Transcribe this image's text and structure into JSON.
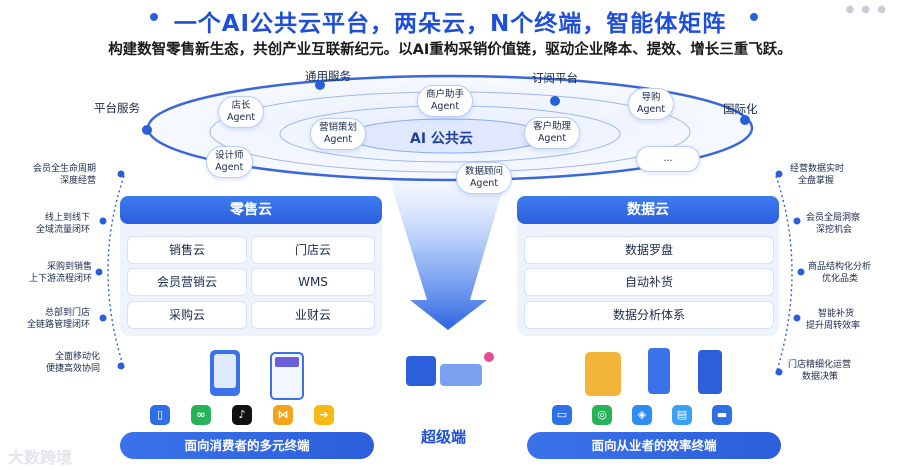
{
  "title": "一个AI公共云平台，两朵云，N个终端，智能体矩阵",
  "subtitle": "构建数智零售新生态，共创产业互联新纪元。以AI重构采销价值链，驱动企业降本、提效、增长三重飞跃。",
  "ring": {
    "core": "AI 公共云",
    "outer_labels": [
      "平台服务",
      "通用服务",
      "订阅平台",
      "国际化"
    ],
    "agents": [
      {
        "l1": "店长",
        "l2": "Agent"
      },
      {
        "l1": "商户助手",
        "l2": "Agent"
      },
      {
        "l1": "导购",
        "l2": "Agent"
      },
      {
        "l1": "营销策划",
        "l2": "Agent"
      },
      {
        "l1": "客户助理",
        "l2": "Agent"
      },
      {
        "l1": "设计师",
        "l2": "Agent"
      },
      {
        "l1": "数据顾问",
        "l2": "Agent"
      },
      {
        "l1": "...",
        "l2": ""
      }
    ]
  },
  "retail_cloud": {
    "title": "零售云",
    "items": [
      "销售云",
      "门店云",
      "会员营销云",
      "WMS",
      "采购云",
      "业财云"
    ]
  },
  "data_cloud": {
    "title": "数据云",
    "items": [
      "数据罗盘",
      "自动补货",
      "数据分析体系"
    ]
  },
  "left_points": [
    {
      "l1": "会员全生命周期",
      "l2": "深度经营"
    },
    {
      "l1": "线上到线下",
      "l2": "全域流量闭环"
    },
    {
      "l1": "采购到销售",
      "l2": "上下游流程闭环"
    },
    {
      "l1": "总部到门店",
      "l2": "全链路管理闭环"
    },
    {
      "l1": "全面移动化",
      "l2": "便捷高效协同"
    }
  ],
  "right_points": [
    {
      "l1": "经营数据实时",
      "l2": "全盘掌握"
    },
    {
      "l1": "会员全局洞察",
      "l2": "深挖机会"
    },
    {
      "l1": "商品结构化分析",
      "l2": "优化品类"
    },
    {
      "l1": "智能补货",
      "l2": "提升周转效率"
    },
    {
      "l1": "门店精细化运营",
      "l2": "数据决策"
    }
  ],
  "consumer_terminal": "面向消费者的多元终端",
  "super_terminal": "超级端",
  "staff_terminal": "面向从业者的效率终端",
  "watermark": "大数跨境",
  "consumer_apps": [
    {
      "icon": "phone-app-icon",
      "color": "#2f6fe6"
    },
    {
      "icon": "wechat-miniprogram-icon",
      "color": "#27b35a"
    },
    {
      "icon": "douyin-icon",
      "color": "#111111"
    },
    {
      "icon": "butterfly-app-icon",
      "color": "#f3a41c"
    },
    {
      "icon": "meituan-icon",
      "color": "#f5b90f"
    }
  ],
  "staff_apps": [
    {
      "icon": "pos-app-icon",
      "color": "#2f6fe6"
    },
    {
      "icon": "wechat-work-icon",
      "color": "#27b35a"
    },
    {
      "icon": "ding-icon",
      "color": "#2f8cf0"
    },
    {
      "icon": "tablet-app-icon",
      "color": "#3aa0f5"
    },
    {
      "icon": "monitor-app-icon",
      "color": "#2f6fe6"
    }
  ],
  "colors": {
    "accent": "#1f4fd8",
    "panel": "#eef3fd",
    "head": "#2a5fdc"
  }
}
